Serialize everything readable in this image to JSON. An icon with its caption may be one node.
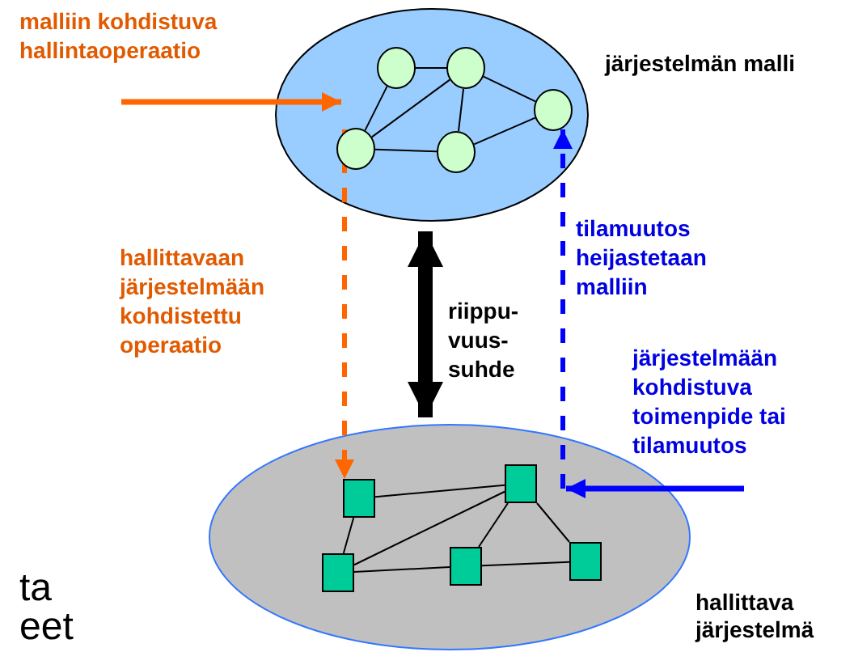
{
  "diagram": {
    "nodes": [
      {
        "text": [],
        "shape": "ellipse",
        "beside": [
          "järjestelmän malli"
        ]
      },
      {
        "text": [],
        "shape": "circle",
        "in": 0
      },
      {
        "text": [],
        "shape": "circle",
        "in": 0
      },
      {
        "text": [],
        "shape": "circle",
        "in": 0
      },
      {
        "text": [],
        "shape": "circle",
        "in": 0
      },
      {
        "text": [],
        "shape": "circle",
        "in": 0
      },
      {
        "text": [],
        "shape": "ellipse",
        "beside": [
          "hallittava järjestelmä"
        ]
      },
      {
        "text": [],
        "shape": "box",
        "in": 6
      },
      {
        "text": [],
        "shape": "box",
        "in": 6
      },
      {
        "text": [],
        "shape": "box",
        "in": 6
      },
      {
        "text": [],
        "shape": "box",
        "in": 6
      },
      {
        "text": [],
        "shape": "box",
        "in": 6
      }
    ],
    "edges": [
      {
        "from": null,
        "to": 0,
        "arrow": "to",
        "label": "malliin kohdistuva hallintaoperaatio",
        "style": "thick",
        "color": "#ff6600"
      },
      {
        "from": 4,
        "to": 7,
        "arrow": "to",
        "label": "hallittavaan järjestelmään kohdistettu operaatio",
        "style": "dashed",
        "color": "#ff6600"
      },
      {
        "from": 0,
        "to": 6,
        "arrow": "both",
        "label": "riippu- vuus- suhde",
        "style": "thick"
      },
      {
        "from": null,
        "to": 6,
        "arrow": "to",
        "label": "järjestelmään kohdistuva toimenpide tai tilamuutos",
        "style": "thick",
        "color": "#0000ff"
      },
      {
        "from": null,
        "to": 3,
        "arrow": "to",
        "label": "tilamuutos heijastetaan malliin",
        "style": "dashed",
        "color": "#0000ff"
      },
      {
        "from": 1,
        "to": 2,
        "arrow": "none"
      },
      {
        "from": 1,
        "to": 4,
        "arrow": "none"
      },
      {
        "from": 2,
        "to": 3,
        "arrow": "none"
      },
      {
        "from": 2,
        "to": 4,
        "arrow": "none"
      },
      {
        "from": 2,
        "to": 5,
        "arrow": "none"
      },
      {
        "from": 4,
        "to": 5,
        "arrow": "none"
      },
      {
        "from": 5,
        "to": 3,
        "arrow": "none"
      },
      {
        "from": 7,
        "to": 8,
        "arrow": "none"
      },
      {
        "from": 7,
        "to": 9,
        "arrow": "none"
      },
      {
        "from": 9,
        "to": 8,
        "arrow": "none"
      },
      {
        "from": 9,
        "to": 10,
        "arrow": "none"
      },
      {
        "from": 10,
        "to": 8,
        "arrow": "none"
      },
      {
        "from": 8,
        "to": 11,
        "arrow": "none"
      },
      {
        "from": 10,
        "to": 11,
        "arrow": "none"
      }
    ],
    "labels": [
      "ta",
      "eet"
    ]
  }
}
